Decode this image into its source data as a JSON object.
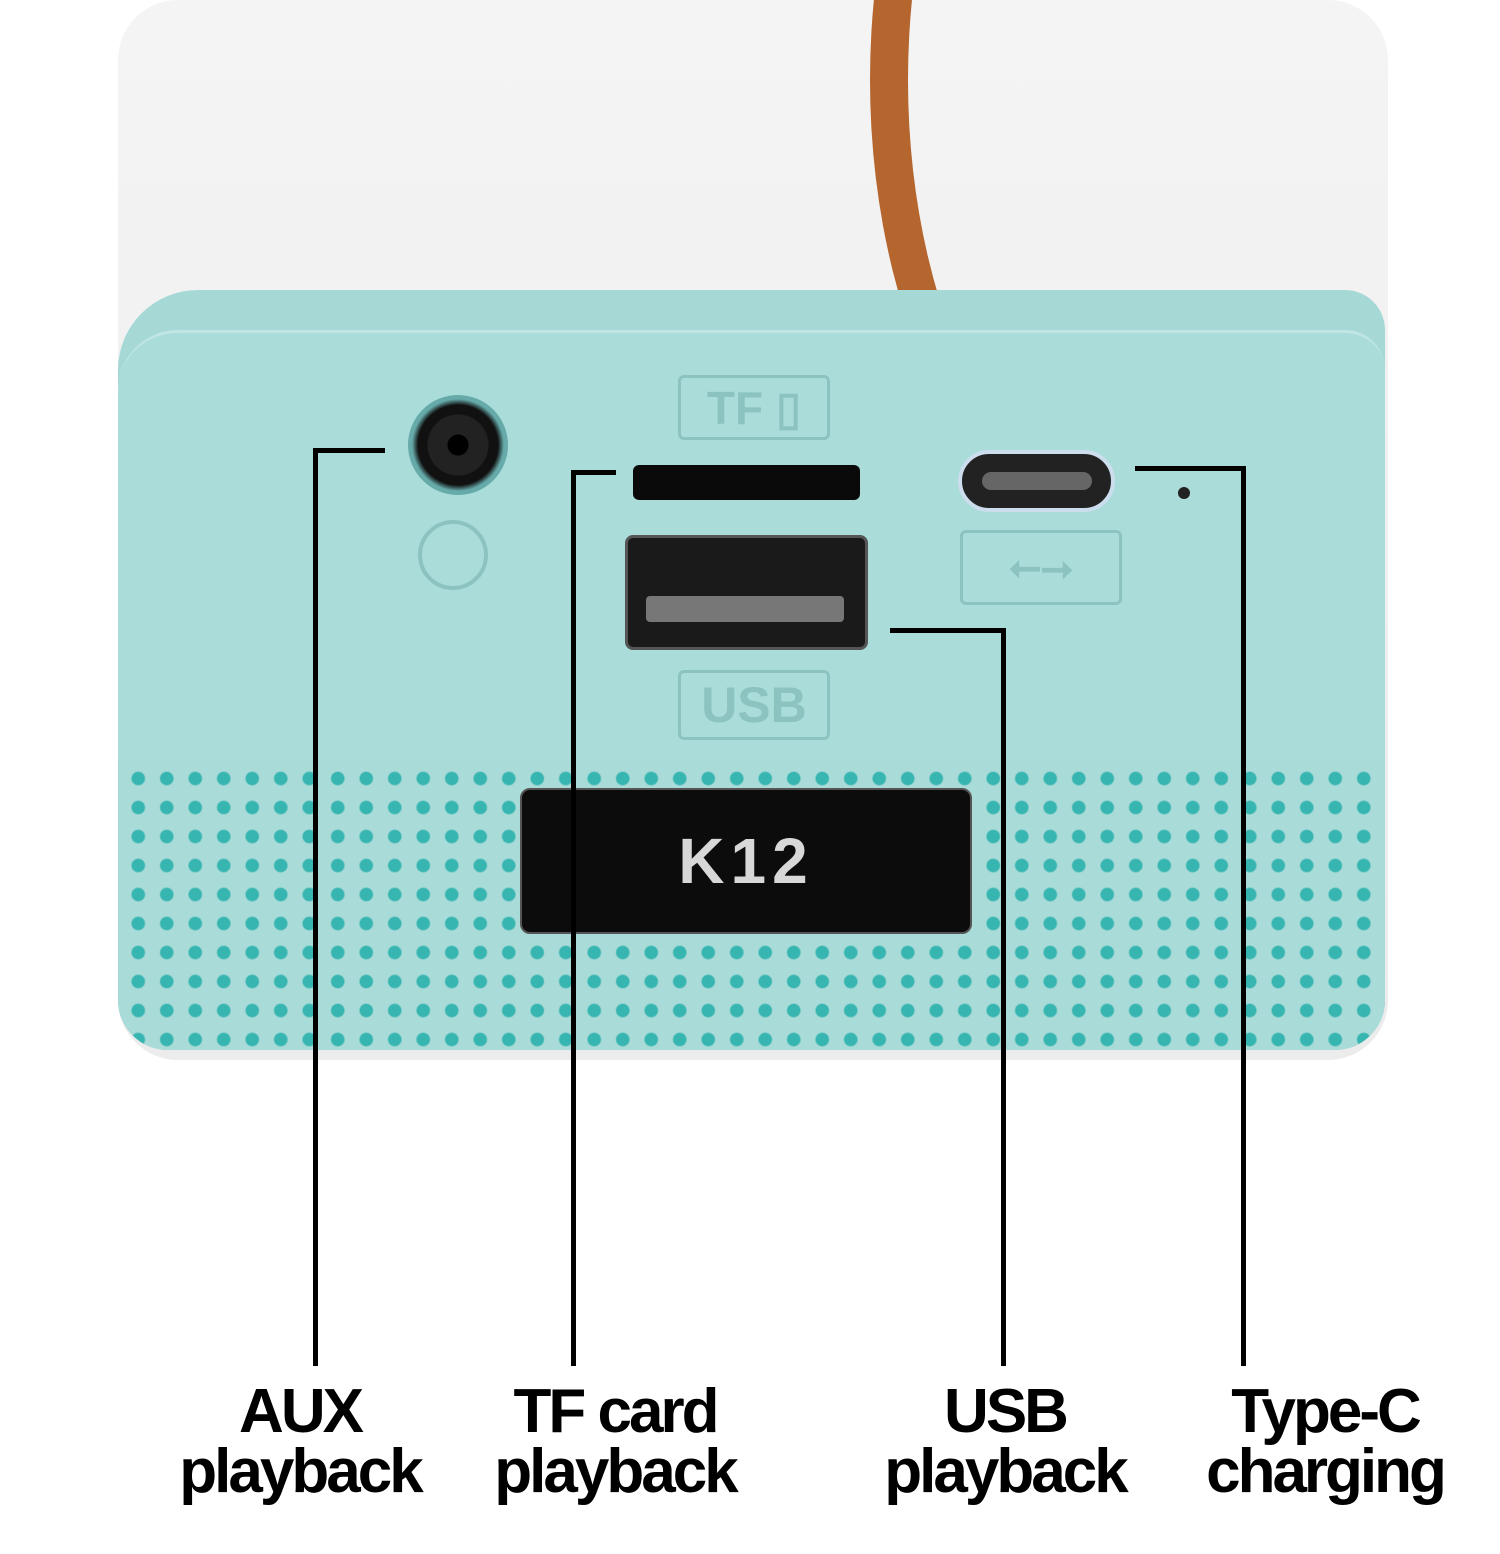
{
  "product": {
    "model": "K12"
  },
  "embossed": {
    "tf": "TF",
    "usb": "USB"
  },
  "callouts": [
    {
      "line1": "AUX",
      "line2": "playback"
    },
    {
      "line1": "TF card",
      "line2": "playback"
    },
    {
      "line1": "USB",
      "line2": "playback"
    },
    {
      "line1": "Type-C",
      "line2": "charging"
    }
  ],
  "colors": {
    "body": "#a6d9d6",
    "grille_dots": "#37b5b1",
    "strap": "#b5652e"
  }
}
